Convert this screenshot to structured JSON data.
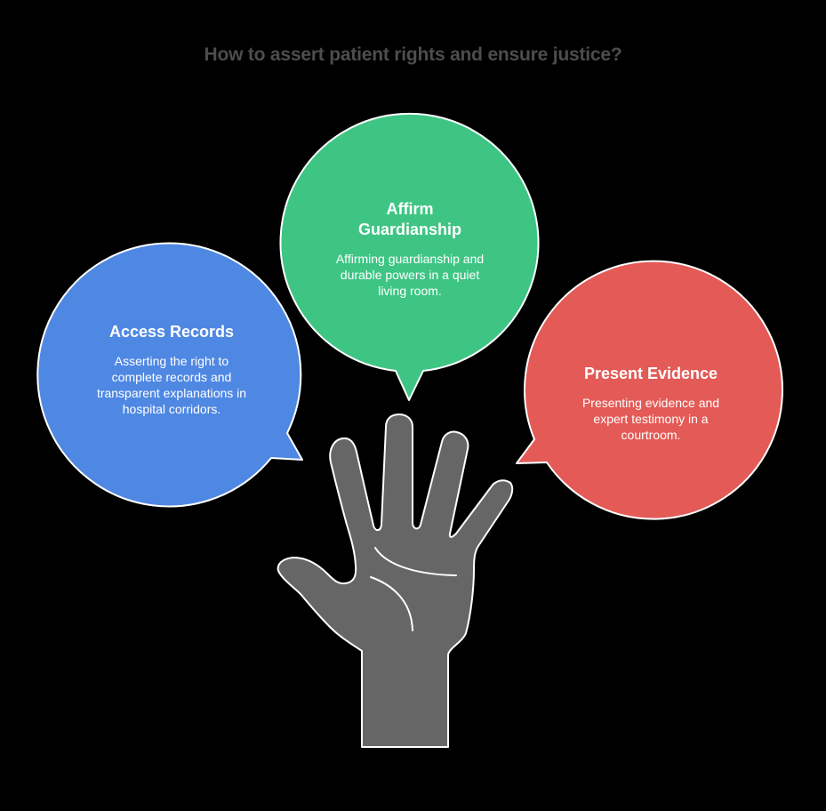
{
  "title": "How to assert patient rights and ensure justice?",
  "colors": {
    "background": "#000000",
    "title": "#4d4d4d",
    "blue": "#4f88e3",
    "green": "#3ec584",
    "red": "#e35a56",
    "hand": "#666666",
    "outline": "#ffffff"
  },
  "bubbles": [
    {
      "id": "access-records",
      "title": "Access Records",
      "description": "Asserting the right to complete records and transparent explanations in hospital corridors.",
      "color": "#4f88e3"
    },
    {
      "id": "affirm-guardianship",
      "title": "Affirm Guardianship",
      "description": "Affirming guardianship and durable powers in a quiet living room.",
      "color": "#3ec584"
    },
    {
      "id": "present-evidence",
      "title": "Present Evidence",
      "description": "Presenting evidence and expert testimony in a courtroom.",
      "color": "#e35a56"
    }
  ],
  "center_icon": "raised-hand-icon"
}
